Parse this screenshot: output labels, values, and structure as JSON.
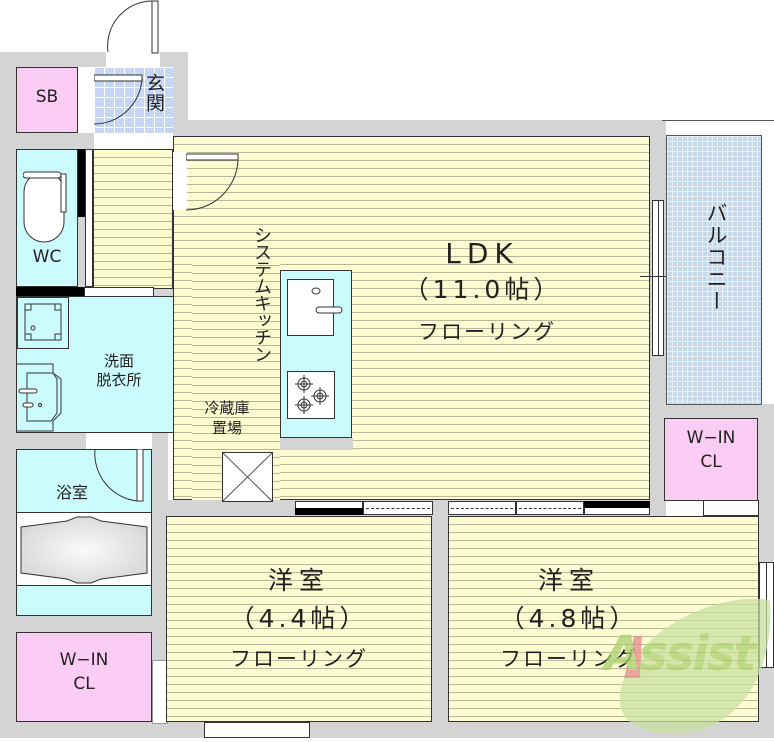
{
  "plan": {
    "title": "Floor plan 2LDK",
    "rooms": {
      "sb": {
        "label": "SB"
      },
      "genkan": {
        "label": "玄関"
      },
      "wc": {
        "label": "WC"
      },
      "senmen": {
        "line1": "洗面",
        "line2": "脱衣所"
      },
      "yokushitsu": {
        "label": "浴室"
      },
      "kitchen": {
        "label": "システムキッチン"
      },
      "fridge": {
        "line1": "冷蔵庫",
        "line2": "置場"
      },
      "ldk": {
        "name": "LDK",
        "size": "（11.0帖）",
        "floor": "フローリング"
      },
      "balcony": {
        "label": "バルコニー"
      },
      "wic_right": {
        "line1": "W−IN",
        "line2": "CL"
      },
      "wic_left": {
        "line1": "W−IN",
        "line2": "CL"
      },
      "room1": {
        "name": "洋室",
        "size": "（4.4帖）",
        "floor": "フローリング"
      },
      "room2": {
        "name": "洋室",
        "size": "（4.8帖）",
        "floor": "フローリング"
      }
    },
    "watermark": {
      "text": "Assist",
      "color": "#9fc85a",
      "accent": "#e08080"
    },
    "colors": {
      "wall": "#d4d4d4",
      "floor": "#fdfcd0",
      "wet": "#ccfbfd",
      "closet": "#fbcdf5",
      "balcony": "#c5d9ea",
      "genkan_tile": "#c5d7f5"
    }
  }
}
